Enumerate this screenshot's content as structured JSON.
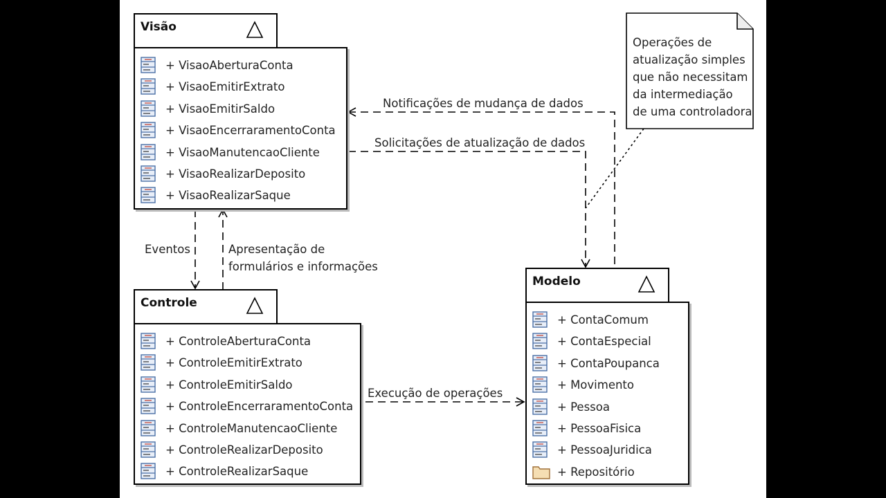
{
  "packages": {
    "visao": {
      "title": "Visão",
      "items": [
        {
          "label": "+ VisaoAberturaConta",
          "icon": "class-icon"
        },
        {
          "label": "+ VisaoEmitirExtrato",
          "icon": "class-icon"
        },
        {
          "label": "+ VisaoEmitirSaldo",
          "icon": "class-icon"
        },
        {
          "label": "+ VisaoEncerraramentoConta",
          "icon": "class-icon"
        },
        {
          "label": "+ VisaoManutencaoCliente",
          "icon": "class-icon"
        },
        {
          "label": "+ VisaoRealizarDeposito",
          "icon": "class-icon"
        },
        {
          "label": "+ VisaoRealizarSaque",
          "icon": "class-icon"
        }
      ]
    },
    "controle": {
      "title": "Controle",
      "items": [
        {
          "label": "+ ControleAberturaConta",
          "icon": "class-icon"
        },
        {
          "label": "+ ControleEmitirExtrato",
          "icon": "class-icon"
        },
        {
          "label": "+ ControleEmitirSaldo",
          "icon": "class-icon"
        },
        {
          "label": "+ ControleEncerraramentoConta",
          "icon": "class-icon"
        },
        {
          "label": "+ ControleManutencaoCliente",
          "icon": "class-icon"
        },
        {
          "label": "+ ControleRealizarDeposito",
          "icon": "class-icon"
        },
        {
          "label": "+ ControleRealizarSaque",
          "icon": "class-icon"
        }
      ]
    },
    "modelo": {
      "title": "Modelo",
      "items": [
        {
          "label": "+ ContaComum",
          "icon": "class-icon"
        },
        {
          "label": "+ ContaEspecial",
          "icon": "class-icon"
        },
        {
          "label": "+ ContaPoupanca",
          "icon": "class-icon"
        },
        {
          "label": "+ Movimento",
          "icon": "class-icon"
        },
        {
          "label": "+ Pessoa",
          "icon": "class-icon"
        },
        {
          "label": "+ PessoaFisica",
          "icon": "class-icon"
        },
        {
          "label": "+ PessoaJuridica",
          "icon": "class-icon"
        },
        {
          "label": "+ Repositório",
          "icon": "folder-icon"
        }
      ]
    }
  },
  "connectors": {
    "notificacoes": "Notificações de mudança de dados",
    "solicitacoes": "Solicitações de atualização de dados",
    "eventos": "Eventos",
    "apresentacao_1": "Apresentação de",
    "apresentacao_2": "formulários e informações",
    "execucao": "Execução de operações"
  },
  "note": {
    "lines": [
      "Operações de",
      "atualização simples",
      "que não necessitam",
      "da intermediação",
      "de uma controladora"
    ]
  },
  "colors": {
    "class_icon_border": "#4a6fa5",
    "class_icon_fill": "#e8eef8",
    "class_icon_accent": "#c0392b",
    "folder_fill": "#f5deb3",
    "folder_border": "#a0703a"
  }
}
